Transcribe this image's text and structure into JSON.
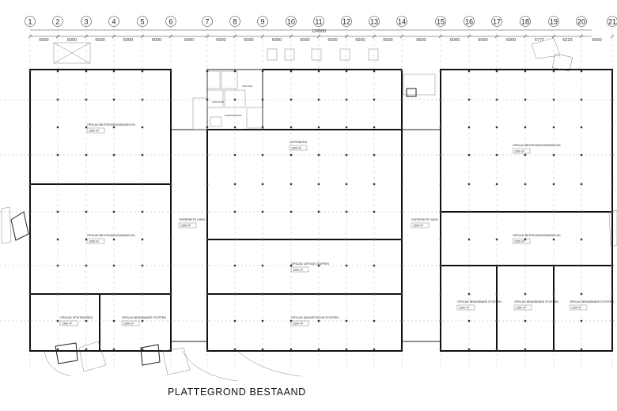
{
  "title": "PLATTEGROND BESTAAND",
  "grid_axes": [
    "1",
    "2",
    "3",
    "4",
    "5",
    "6",
    "7",
    "8",
    "9",
    "10",
    "11",
    "12",
    "13",
    "14",
    "15",
    "16",
    "17",
    "18",
    "19",
    "20",
    "21"
  ],
  "overall_dimension": "124500",
  "bay_dimensions": [
    "6000",
    "6000",
    "6000",
    "6000",
    "6000",
    "6000",
    "6000",
    "6000",
    "6000",
    "6000",
    "6000",
    "6000",
    "6000",
    "8500",
    "6000",
    "6000",
    "6000",
    "5777",
    "6223",
    "6000"
  ],
  "rooms": [
    {
      "name": "OPSLAG BESTRIJDINGSMIDDELEN",
      "area": "1300 m²"
    },
    {
      "name": "OPSLAG BESTRIJDINGSMIDDELEN",
      "area": "1300 m²"
    },
    {
      "name": "OPSLAG SPUITBUSSEN",
      "area": "1300 m²"
    },
    {
      "name": "OPSLAG BRANDBARE STOFFEN",
      "area": "1300 m²"
    },
    {
      "name": "OVERDEKTE GANG",
      "area": "1300 m²"
    },
    {
      "name": "DISTRIBUTIE",
      "area": "1300 m²"
    },
    {
      "name": "OPSLAG GIFTIGE STOFFEN",
      "area": "1300 m²"
    },
    {
      "name": "OPSLAG MAGNETISCHE STOFFEN",
      "area": "1300 m²"
    },
    {
      "name": "OVERDEKTE GANG",
      "area": "1300 m²"
    },
    {
      "name": "OPSLAG BESTRIJDINGSMIDDELEN",
      "area": "1300 m²"
    },
    {
      "name": "OPSLAG BESTRIJDINGSMIDDELEN",
      "area": "1300 m²"
    },
    {
      "name": "OPSLAG BRANDBARE STOFFEN",
      "area": "1300 m²"
    },
    {
      "name": "OPSLAG BRANDBARE STOFFEN",
      "area": "1300 m²"
    },
    {
      "name": "OPSLAG BRANDBARE STOFFEN",
      "area": "1300 m²"
    }
  ],
  "office_labels": [
    "KANTINE",
    "KANTOOR",
    "KLEEDRUIMTE"
  ]
}
